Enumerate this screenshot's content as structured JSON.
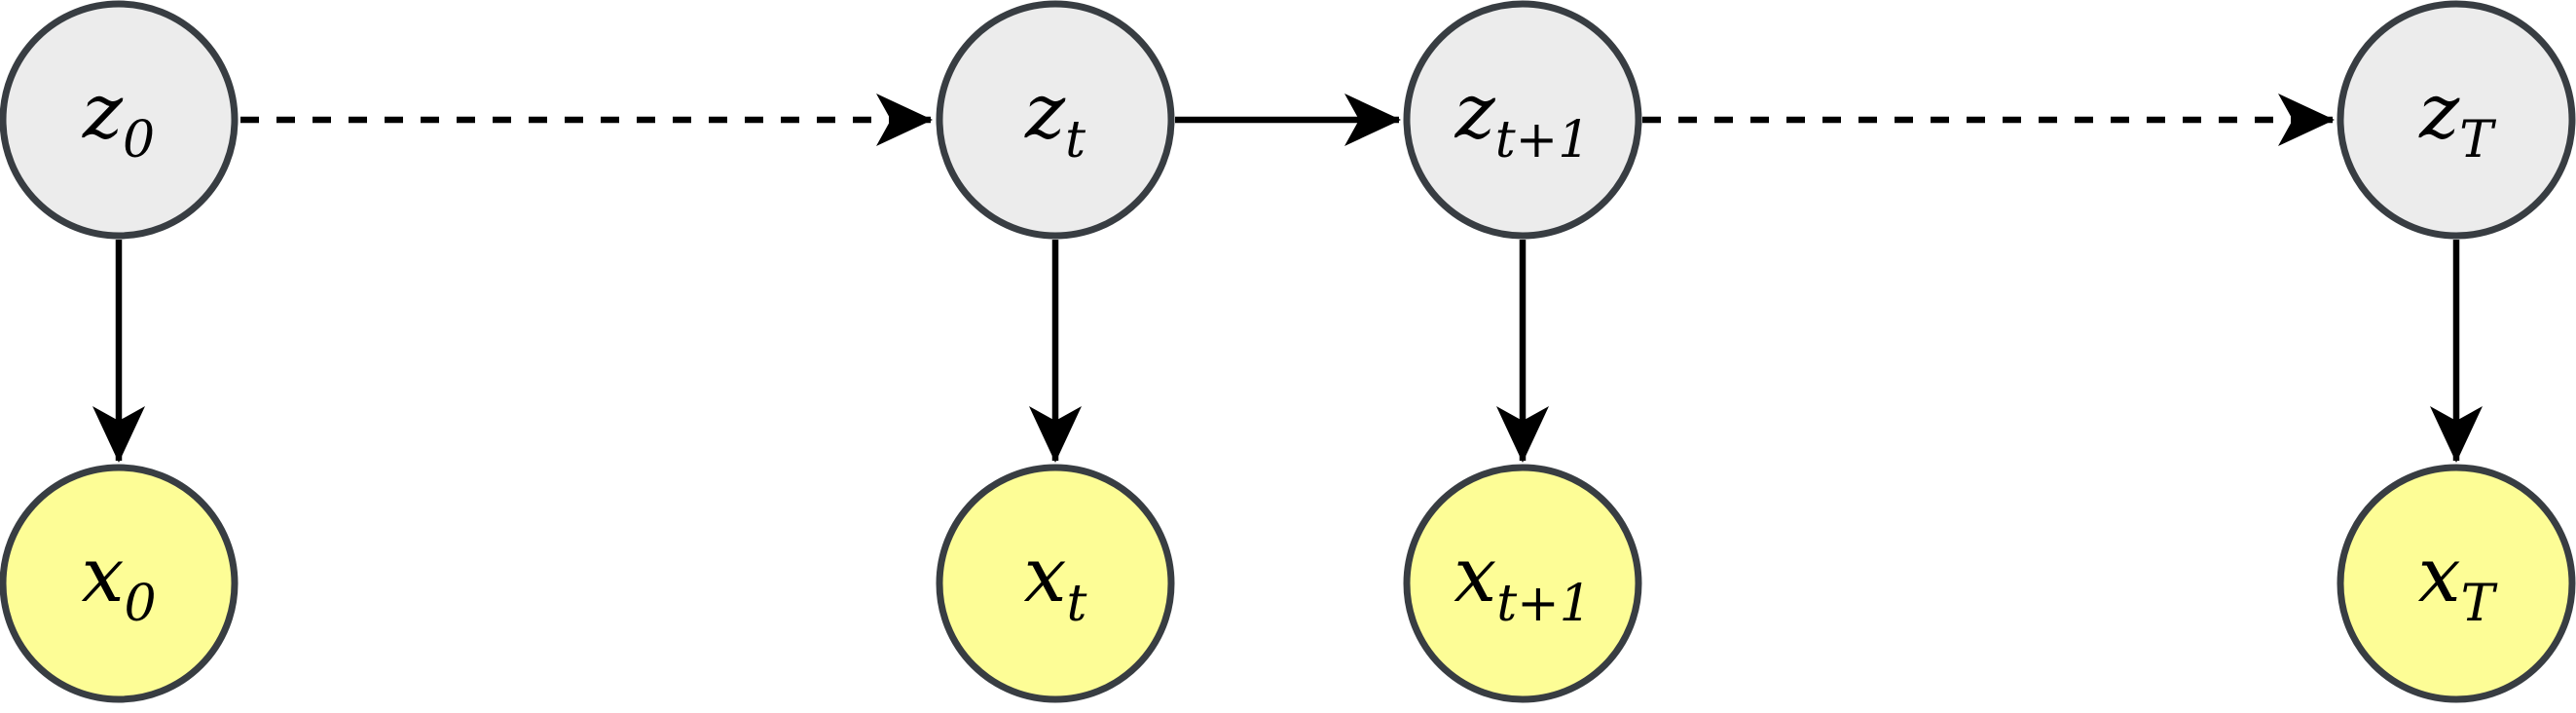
{
  "diagram": {
    "kind": "graphical-model",
    "description_visible": "two rows of circular nodes connected by arrows",
    "nodes": [
      {
        "id": "z0",
        "main": "z",
        "sub": "0",
        "variant": "gray",
        "row": "top"
      },
      {
        "id": "zt",
        "main": "z",
        "sub": "t",
        "variant": "gray",
        "row": "top"
      },
      {
        "id": "zt1",
        "main": "z",
        "sub": "t+1",
        "variant": "gray",
        "row": "top"
      },
      {
        "id": "zT",
        "main": "z",
        "sub": "T",
        "variant": "gray",
        "row": "top"
      },
      {
        "id": "x0",
        "main": "x",
        "sub": "0",
        "variant": "yellow",
        "row": "bottom"
      },
      {
        "id": "xt",
        "main": "x",
        "sub": "t",
        "variant": "yellow",
        "row": "bottom"
      },
      {
        "id": "xt1",
        "main": "x",
        "sub": "t+1",
        "variant": "yellow",
        "row": "bottom"
      },
      {
        "id": "xT",
        "main": "x",
        "sub": "T",
        "variant": "yellow",
        "row": "bottom"
      }
    ],
    "edges": [
      {
        "from": "z0",
        "to": "zt",
        "style": "dashed",
        "arrow": "end"
      },
      {
        "from": "zt",
        "to": "zt1",
        "style": "solid",
        "arrow": "end"
      },
      {
        "from": "zt1",
        "to": "zT",
        "style": "dashed",
        "arrow": "end"
      },
      {
        "from": "z0",
        "to": "x0",
        "style": "solid",
        "arrow": "end"
      },
      {
        "from": "zt",
        "to": "xt",
        "style": "solid",
        "arrow": "end"
      },
      {
        "from": "zt1",
        "to": "xt1",
        "style": "solid",
        "arrow": "end"
      },
      {
        "from": "zT",
        "to": "xT",
        "style": "solid",
        "arrow": "end"
      }
    ]
  },
  "colors": {
    "background": "#ffffff",
    "gray_fill": "#ececec",
    "yellow_fill": "#fdfd96",
    "node_stroke": "#383d42",
    "edge_color": "#000000",
    "label_color": "#000000"
  }
}
